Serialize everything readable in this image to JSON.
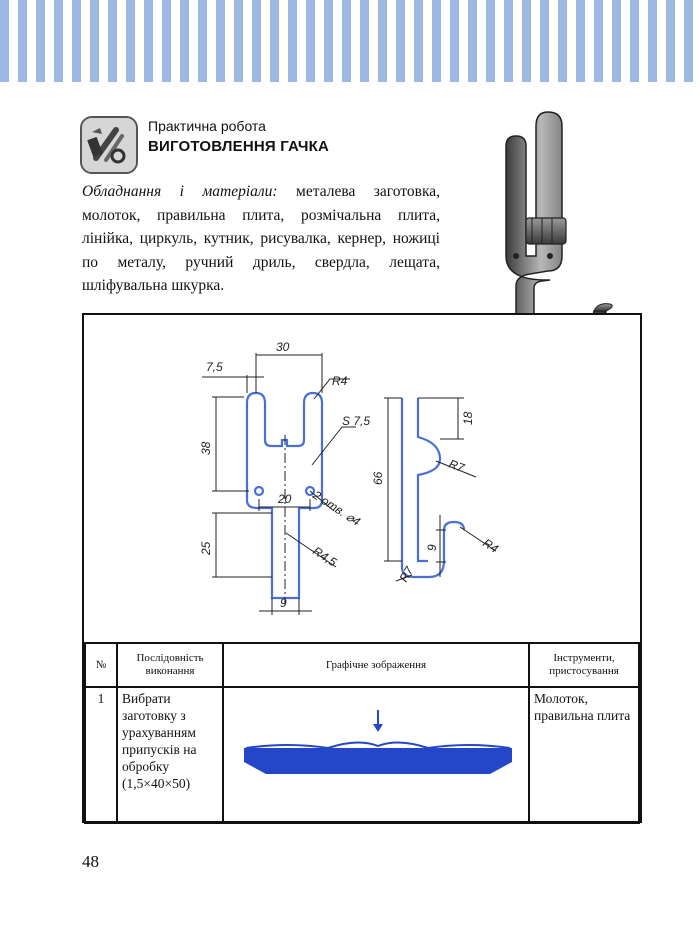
{
  "page": {
    "number": "48"
  },
  "header": {
    "subtitle": "Практична робота",
    "title": "ВИГОТОВЛЕННЯ ГАЧКА",
    "logo_icon": "tools-icon"
  },
  "intro": {
    "lead": "Обладнання і матеріали:",
    "text": " металева заготовка, молоток, правильна плита, розмічальна плита, лінійка, циркуль, кутник, рисувалка, кернер, ножиці по металу, ручний дриль, свердла, лещата, шліфувальна шкурка."
  },
  "illustration": {
    "icon": "metal-hook-icon"
  },
  "drawing": {
    "dimensions": {
      "d30": "30",
      "d7_5": "7,5",
      "r4_top": "R4",
      "s7_5": "S 7,5",
      "d38": "38",
      "d20": "20",
      "holes": "2 отв. ⌀4",
      "d25": "25",
      "r4_5": "R4,5",
      "d9_bottom": "9",
      "d18": "18",
      "r7_mid": "R7",
      "d66": "66",
      "d9_side": "9",
      "r4_side": "R4",
      "r7_bottom": "R7"
    },
    "colors": {
      "outline": "#4a6fd6",
      "dimension": "#222222",
      "plate": "#2446c8"
    }
  },
  "table": {
    "headers": {
      "number": "№",
      "sequence": "Послідовність виконання",
      "graphic": "Графічне зображення",
      "tools": "Інструменти, пристосування"
    },
    "rows": [
      {
        "number": "1",
        "sequence": "Вибрати заготовку з урахуванням припусків на обробку (1,5×40×50)",
        "tools": "Молоток, правильна плита"
      }
    ]
  }
}
